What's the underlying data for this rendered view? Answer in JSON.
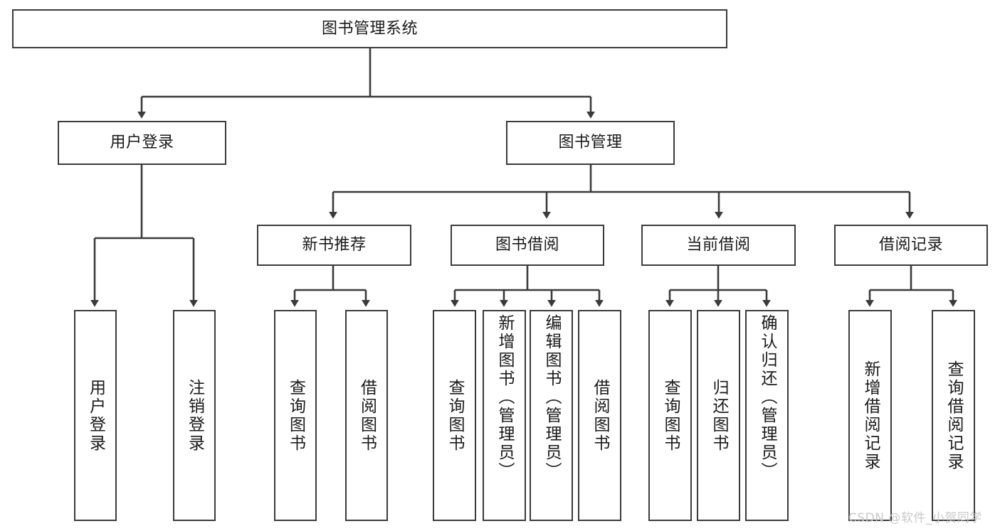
{
  "diagram": {
    "type": "tree",
    "title": "图书管理系统",
    "watermark": "CSDN @软件_小贺同学",
    "colors": {
      "node_border": "#3b3b3b",
      "node_fill": "#ffffff",
      "edge": "#3b3b3b",
      "text": "#1a1a1a",
      "watermark": "#c9c9c9",
      "background": "#ffffff"
    },
    "levels": {
      "level_1": [
        {
          "id": "root",
          "label": "图书管理系统",
          "orientation": "horizontal"
        }
      ],
      "level_2": [
        {
          "id": "user-login",
          "label": "用户登录",
          "orientation": "horizontal",
          "parent": "root"
        },
        {
          "id": "book-manage",
          "label": "图书管理",
          "orientation": "horizontal",
          "parent": "root"
        }
      ],
      "level_3": [
        {
          "id": "new-book-recommend",
          "label": "新书推荐",
          "orientation": "horizontal",
          "parent": "book-manage"
        },
        {
          "id": "book-borrow",
          "label": "图书借阅",
          "orientation": "horizontal",
          "parent": "book-manage"
        },
        {
          "id": "current-borrow",
          "label": "当前借阅",
          "orientation": "horizontal",
          "parent": "book-manage"
        },
        {
          "id": "borrow-record",
          "label": "借阅记录",
          "orientation": "horizontal",
          "parent": "book-manage"
        }
      ],
      "level_4": [
        {
          "id": "leaf-user-login",
          "label": "用户登录",
          "orientation": "vertical",
          "parent": "user-login"
        },
        {
          "id": "leaf-user-logout",
          "label": "注销登录",
          "orientation": "vertical",
          "parent": "user-login"
        },
        {
          "id": "leaf-query-book-1",
          "label": "查询图书",
          "orientation": "vertical",
          "parent": "new-book-recommend"
        },
        {
          "id": "leaf-borrow-book-1",
          "label": "借阅图书",
          "orientation": "vertical",
          "parent": "new-book-recommend"
        },
        {
          "id": "leaf-query-book-2",
          "label": "查询图书",
          "orientation": "vertical",
          "parent": "book-borrow"
        },
        {
          "id": "leaf-add-book",
          "label": "新增图书（管理员）",
          "orientation": "vertical",
          "parent": "book-borrow"
        },
        {
          "id": "leaf-edit-book",
          "label": "编辑图书（管理员）",
          "orientation": "vertical",
          "parent": "book-borrow"
        },
        {
          "id": "leaf-borrow-book-2",
          "label": "借阅图书",
          "orientation": "vertical",
          "parent": "book-borrow"
        },
        {
          "id": "leaf-query-book-3",
          "label": "查询图书",
          "orientation": "vertical",
          "parent": "current-borrow"
        },
        {
          "id": "leaf-return-book",
          "label": "归还图书",
          "orientation": "vertical",
          "parent": "current-borrow"
        },
        {
          "id": "leaf-confirm-return",
          "label": "确认归还（管理员）",
          "orientation": "vertical",
          "parent": "current-borrow"
        },
        {
          "id": "leaf-add-record",
          "label": "新增借阅记录",
          "orientation": "vertical",
          "parent": "borrow-record"
        },
        {
          "id": "leaf-query-record",
          "label": "查询借阅记录",
          "orientation": "vertical",
          "parent": "borrow-record"
        }
      ]
    }
  }
}
